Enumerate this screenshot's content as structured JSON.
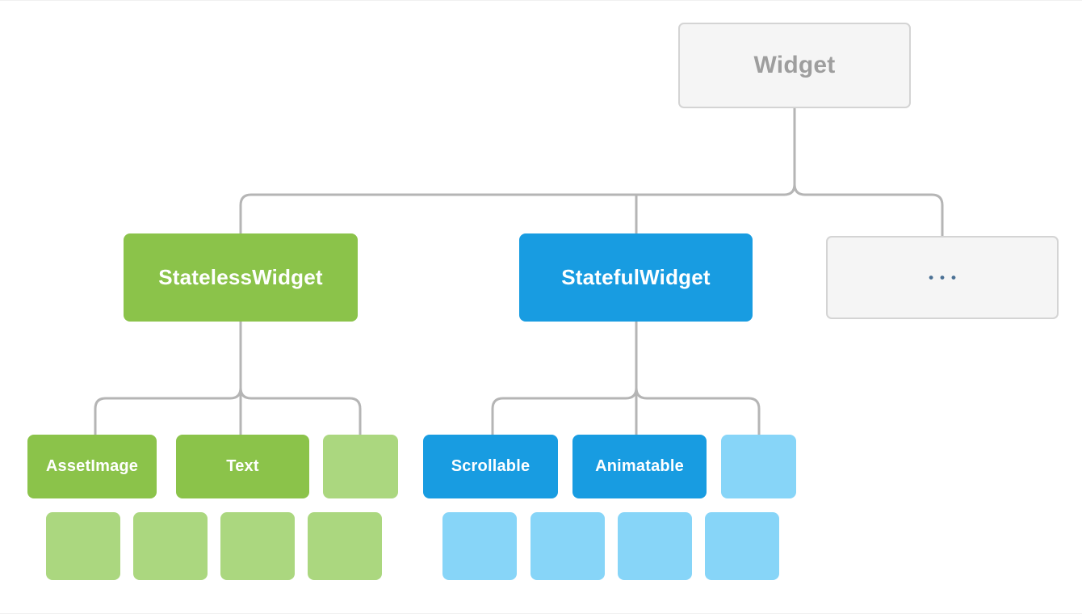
{
  "diagram": {
    "type": "tree-hierarchy",
    "levels": 4,
    "palette": {
      "green": "#8bc34a",
      "light_green": "#abd77f",
      "blue": "#189ce1",
      "light_blue": "#87d5f8",
      "gray_box_bg": "#f5f5f5",
      "gray_box_border": "#d4d4d4",
      "gray_text": "#9e9e9e",
      "connector_line": "#b5b5b5",
      "ellipsis_dots": "#4a7094"
    },
    "nodes": {
      "root": {
        "label": "Widget"
      },
      "stateless": {
        "label": "StatelessWidget"
      },
      "stateful": {
        "label": "StatefulWidget"
      },
      "other": {
        "label": "•••"
      },
      "asset_image": {
        "label": "AssetImage"
      },
      "text": {
        "label": "Text"
      },
      "scrollable": {
        "label": "Scrollable"
      },
      "animatable": {
        "label": "Animatable"
      }
    },
    "unlabeled_children": {
      "stateless_placeholder_count": 1,
      "stateful_placeholder_count": 1,
      "green_grandchild_count": 4,
      "blue_grandchild_count": 4
    }
  }
}
